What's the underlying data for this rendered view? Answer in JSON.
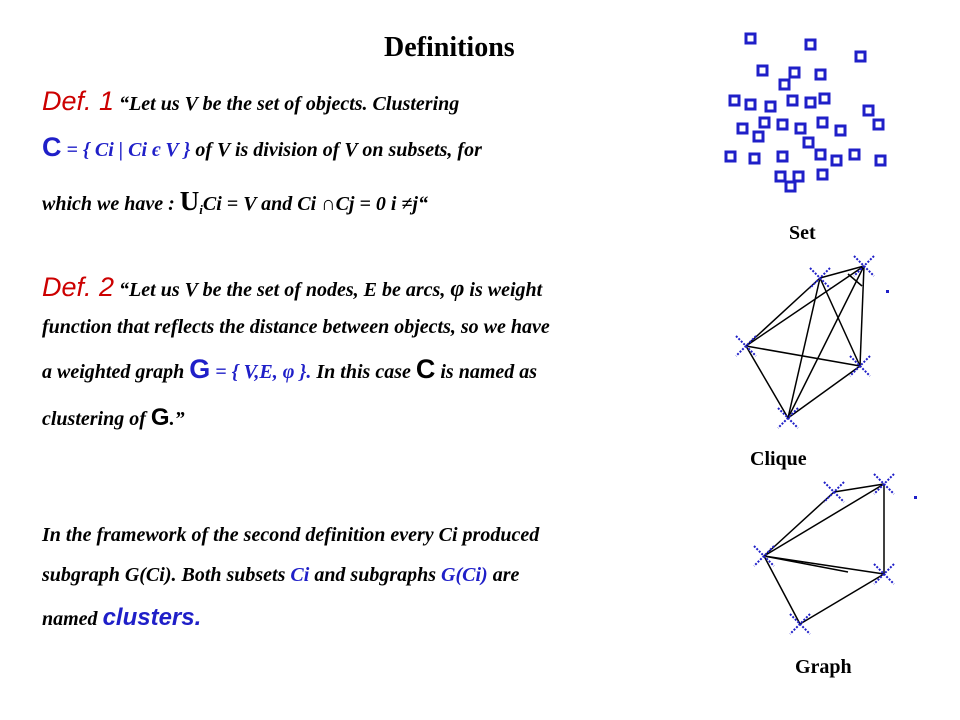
{
  "slide": {
    "title": "Definitions",
    "def1": {
      "label": "Def. 1",
      "line1_text": "“Let us V be the set of objects. Clustering",
      "line2_C": "C",
      "line2_set": "= { Ci | Ci є V }",
      "line2_text": "of V is division of V on subsets, for",
      "line3_text_a": "which we have :",
      "line3_union": "U",
      "line3_sub": "i",
      "line3_text_b": "Ci = V and Ci ∩Cj = 0 i ≠j“"
    },
    "def2": {
      "label": "Def. 2",
      "line1_text": "“Let us V be the set of nodes, E be arcs,",
      "line1_phi": "φ",
      "line1_text_b": "is weight",
      "line2_text": "function that reflects the distance between objects, so we have",
      "line3_text_a": "a weighted graph",
      "line3_G": "G",
      "line3_set": "= { V,E, φ }.",
      "line3_text_b": "In this case",
      "line3_C": "C",
      "line3_text_c": "is named as",
      "line4_text_a": "clustering of",
      "line4_G": "G",
      "line4_text_b": ".”"
    },
    "conclusion": {
      "line1": "In the framework of the second definition every Ci produced",
      "line2": "subgraph G(Ci). Both subsets",
      "line2_ci": "Ci",
      "line2_mid": "and subgraphs",
      "line2_gci": "G(Ci)",
      "line2_end": "are",
      "line3_a": "named",
      "line3_clusters": "clusters."
    },
    "captions": {
      "set": "Set",
      "clique": "Clique",
      "graph": "Graph"
    },
    "colors": {
      "red": "#cc0000",
      "blue": "#1f1fc8",
      "text": "#000000"
    }
  }
}
